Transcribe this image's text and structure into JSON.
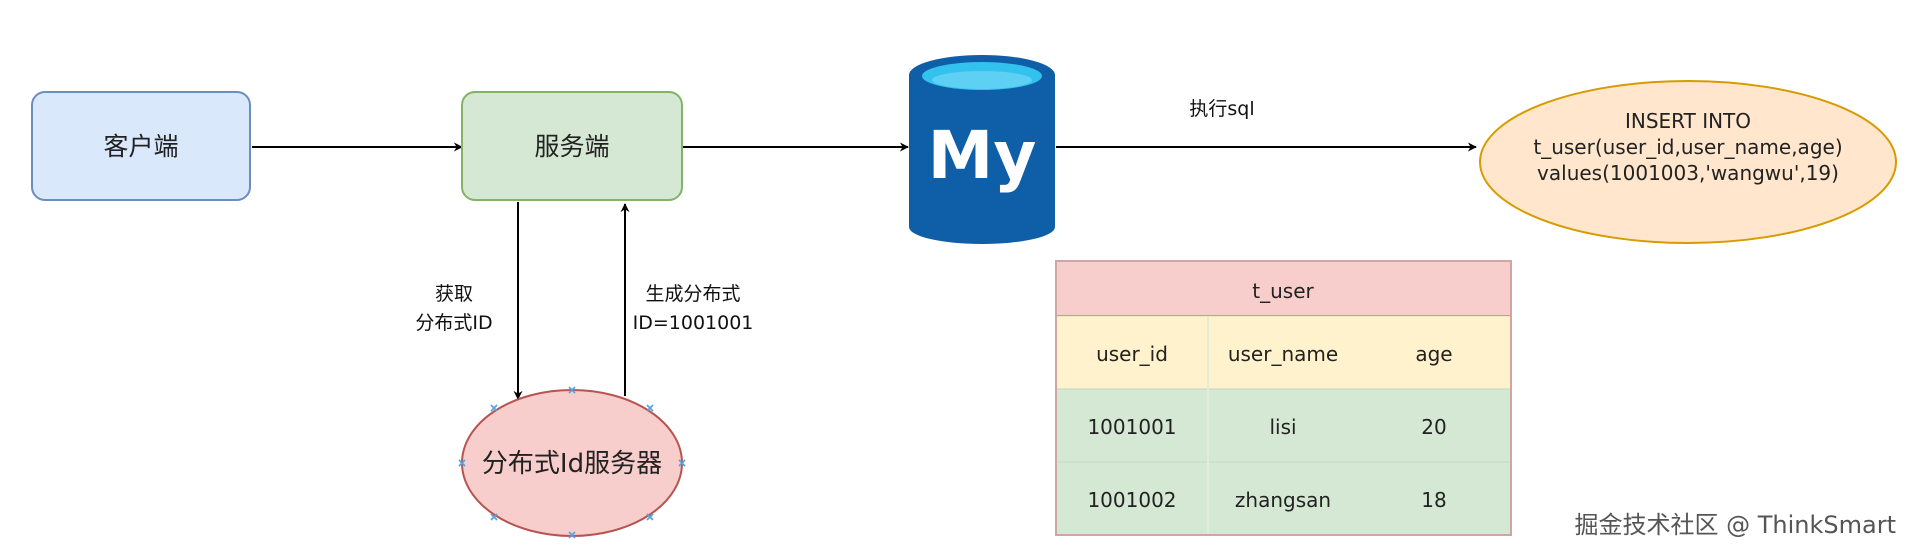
{
  "nodes": {
    "client": "客户端",
    "server": "服务端",
    "id_service": "分布式Id服务器",
    "mysql_logo": "My",
    "sql": {
      "line1": "INSERT INTO",
      "line2": "t_user(user_id,user_name,age)",
      "line3": "values(1001003,'wangwu',19)"
    }
  },
  "edges": {
    "get_id": {
      "line1": "获取",
      "line2": "分布式ID"
    },
    "gen_id": {
      "line1": "生成分布式",
      "line2": "ID=1001001"
    },
    "exec_sql": "执行sql"
  },
  "table": {
    "title": "t_user",
    "headers": [
      "user_id",
      "user_name",
      "age"
    ],
    "rows": [
      [
        "1001001",
        "lisi",
        "20"
      ],
      [
        "1001002",
        "zhangsan",
        "18"
      ]
    ]
  },
  "watermark": "掘金技术社区 @ ThinkSmart",
  "colors": {
    "client_fill": "#dae8fc",
    "client_stroke": "#6c8ebf",
    "server_fill": "#d5e8d4",
    "server_stroke": "#82b366",
    "id_fill": "#f8cecc",
    "id_stroke": "#b85450",
    "sql_fill": "#ffe6cc",
    "sql_stroke": "#d79b00",
    "mysql_blue": "#0f5fa8",
    "mysql_cyan": "#33c1ee",
    "table_title_fill": "#f8cecc",
    "table_header_fill": "#fff2cc",
    "table_row_fill": "#d5e8d4"
  }
}
